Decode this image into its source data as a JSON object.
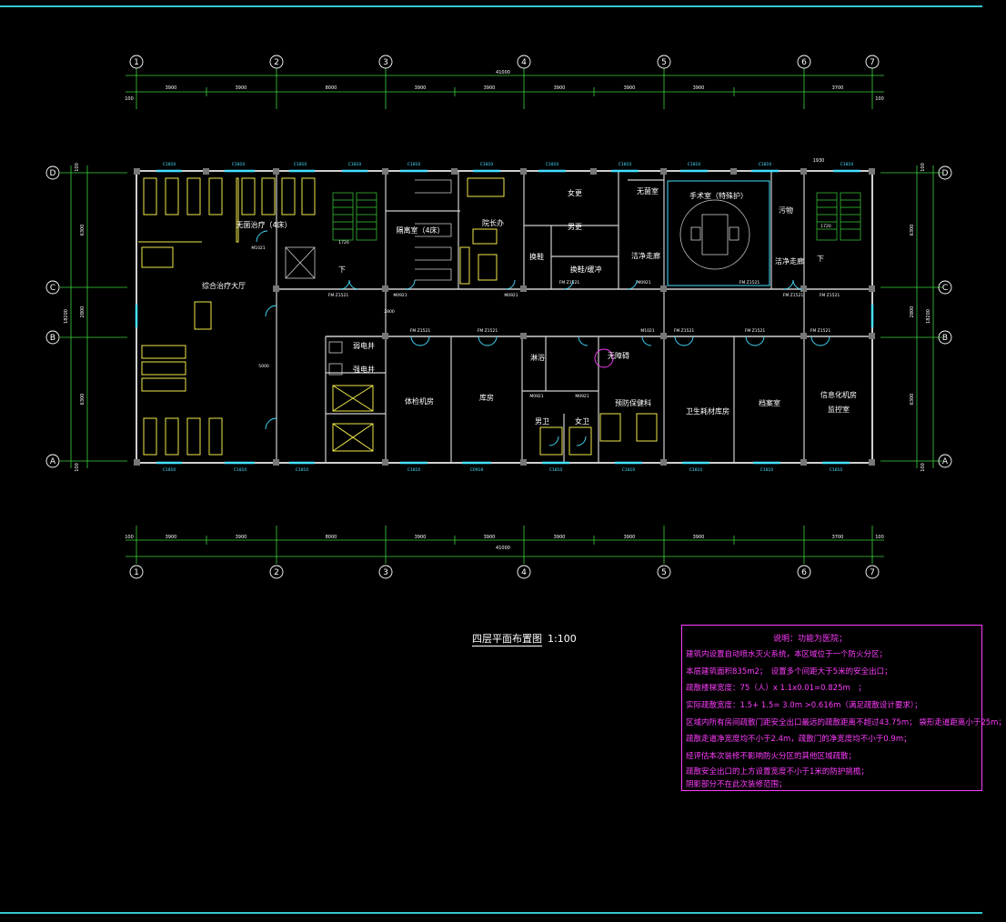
{
  "drawing": {
    "title": "四层平面布置图",
    "scale": "1:100",
    "colors": {
      "frame": "#35c7cf",
      "wall": "#cfcfcf",
      "dim": "#3cd23c",
      "furniture": "#f0e94a",
      "text": "#ffffff",
      "notes": "#ff3cff",
      "door": "#46e0ff"
    }
  },
  "grid": {
    "columns": [
      "1",
      "2",
      "3",
      "4",
      "5",
      "6",
      "7"
    ],
    "rows": [
      "A",
      "B",
      "C",
      "D"
    ]
  },
  "dimensions": {
    "top_total": "41000",
    "bottom_total": "41000",
    "spans": [
      "3900",
      "3900",
      "8000",
      "3900",
      "3900",
      "3900",
      "3900",
      "3900",
      "3700"
    ],
    "bottom_spans": [
      "3900",
      "3900",
      "8000",
      "3900",
      "3900",
      "3900",
      "3900",
      "3900",
      "3700"
    ],
    "edge": "100",
    "left_vertical": [
      "6300",
      "2800",
      "6300"
    ],
    "left_total": "18200",
    "right_vertical": [
      "6300",
      "2800",
      "6300"
    ],
    "right_total": "18200",
    "right_top_small": "1930"
  },
  "rooms": [
    {
      "name": "综合治疗大厅"
    },
    {
      "name": "无菌治疗（4床）"
    },
    {
      "name": "隔离室（4床）"
    },
    {
      "name": "院长办"
    },
    {
      "name": "女更"
    },
    {
      "name": "男更"
    },
    {
      "name": "无菌室"
    },
    {
      "name": "手术室（特殊护）"
    },
    {
      "name": "污物"
    },
    {
      "name": "洁净走廊"
    },
    {
      "name": "洁净走廊"
    },
    {
      "name": "换鞋"
    },
    {
      "name": "换鞋/缓冲"
    },
    {
      "name": "弱电井"
    },
    {
      "name": "强电井"
    },
    {
      "name": "体检机房"
    },
    {
      "name": "库房"
    },
    {
      "name": "淋浴"
    },
    {
      "name": "无障碍"
    },
    {
      "name": "男卫"
    },
    {
      "name": "女卫"
    },
    {
      "name": "预防保健科"
    },
    {
      "name": "卫生耗材库房"
    },
    {
      "name": "档案室"
    },
    {
      "name": "信息化机房"
    },
    {
      "name": "监控室"
    },
    {
      "name": "下"
    },
    {
      "name": "下"
    }
  ],
  "tags": {
    "window": "C1810",
    "window_b": "C0918",
    "door_fm": "FM Z1521",
    "door_m": "M0921",
    "door_m2": "M1021",
    "corridor": "2800",
    "stair_dim": "1720",
    "stair_dim2": "5000"
  },
  "notes": {
    "heading": "说明：功能为医院；",
    "lines": [
      "建筑内设置自动喷水灭火系统，本区域位于一个防火分区；",
      "本层建筑面积835m2；　设置多个间距大于5米的安全出口；",
      "疏散楼梯宽度：75（人）x 1.1x0.01=0.825m　；",
      "实际疏散宽度：1.5+ 1.5= 3.0m >0.616m（满足疏散设计要求）；",
      "区域内所有房间疏散门距安全出口最远的疏散距离不超过43.75m； 袋形走道距离小于25m；",
      "疏散走道净宽度均不小于2.4m，疏散门的净宽度均不小于0.9m；",
      "经评估本次装修不影响防火分区的其他区域疏散；",
      "疏散安全出口的上方设置宽度不小于1米的防护挑檐；",
      "阴影部分不在此次装修范围；"
    ]
  }
}
